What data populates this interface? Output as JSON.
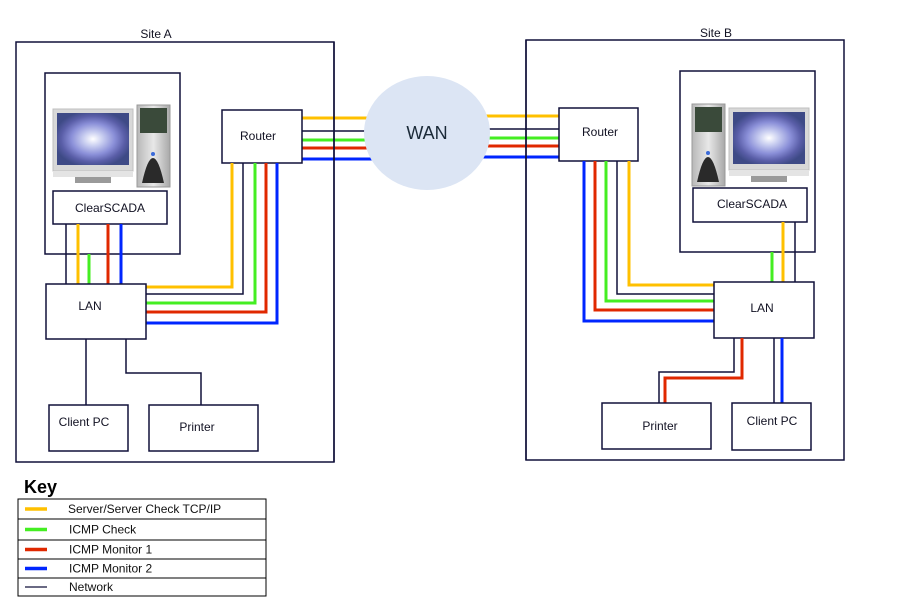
{
  "colors": {
    "server_check": "#ffc000",
    "icmp_check": "#44ee22",
    "icmp_monitor_1": "#e02800",
    "icmp_monitor_2": "#0026ff",
    "network": "#10103a",
    "wan_fill": "#dce5f4"
  },
  "wan": {
    "label": "WAN"
  },
  "site_a": {
    "title": "Site A",
    "server_label": "ClearSCADA",
    "router_label": "Router",
    "lan_label": "LAN",
    "client_label": "Client PC",
    "printer_label": "Printer"
  },
  "site_b": {
    "title": "Site B",
    "server_label": "ClearSCADA",
    "router_label": "Router",
    "lan_label": "LAN",
    "client_label": "Client PC",
    "printer_label": "Printer"
  },
  "key": {
    "title": "Key",
    "items": [
      {
        "label": "Server/Server Check TCP/IP",
        "color_key": "server_check",
        "style": "thick"
      },
      {
        "label": "ICMP Check",
        "color_key": "icmp_check",
        "style": "thick"
      },
      {
        "label": "ICMP Monitor 1",
        "color_key": "icmp_monitor_1",
        "style": "thick"
      },
      {
        "label": "ICMP Monitor 2",
        "color_key": "icmp_monitor_2",
        "style": "thick"
      },
      {
        "label": "Network",
        "color_key": "network",
        "style": "thin"
      }
    ]
  }
}
